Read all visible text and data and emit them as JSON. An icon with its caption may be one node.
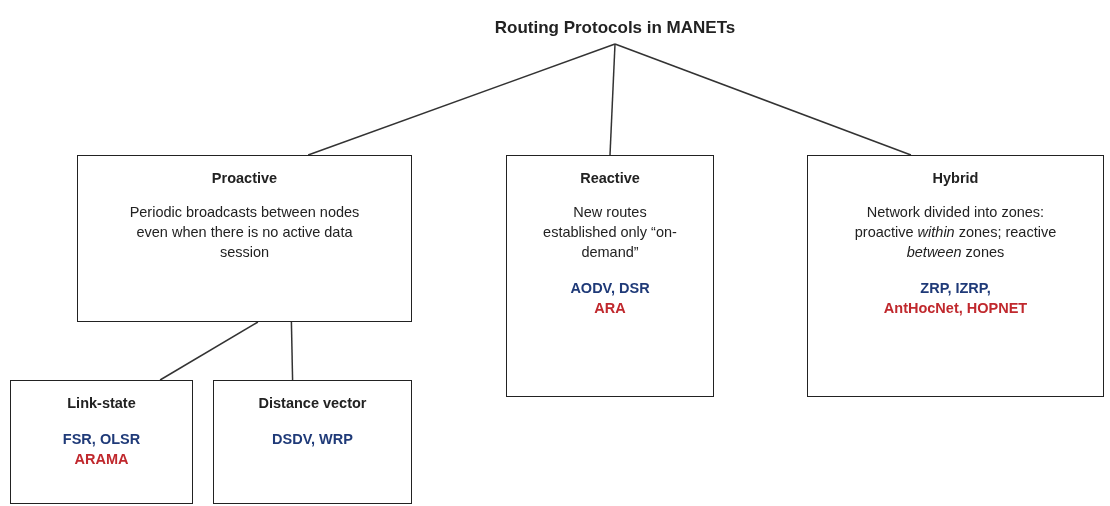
{
  "diagram": {
    "nodes": [
      {
        "text": [
          "Routing Protocols in MANETs"
        ]
      },
      {
        "text": [
          "Proactive",
          "Periodic broadcasts between nodes even when there is no active data session"
        ]
      },
      {
        "text": [
          "Reactive",
          "New routes established only “on-demand”",
          "AODV, DSR",
          "ARA"
        ]
      },
      {
        "text": [
          "Hybrid",
          "Network divided into zones: proactive *within* zones; reactive *between* zones",
          "ZRP, IZRP,",
          "AntHocNet, HOPNET"
        ]
      },
      {
        "text": [
          "Link-state",
          "FSR, OLSR",
          "ARAMA"
        ]
      },
      {
        "text": [
          "Distance vector",
          "DSDV, WRP"
        ]
      }
    ],
    "edges": [
      {
        "from": 0,
        "to": 1,
        "arrow": "none"
      },
      {
        "from": 0,
        "to": 2,
        "arrow": "none"
      },
      {
        "from": 0,
        "to": 3,
        "arrow": "none"
      },
      {
        "from": 1,
        "to": 4,
        "arrow": "none"
      },
      {
        "from": 1,
        "to": 5,
        "arrow": "none"
      }
    ]
  }
}
